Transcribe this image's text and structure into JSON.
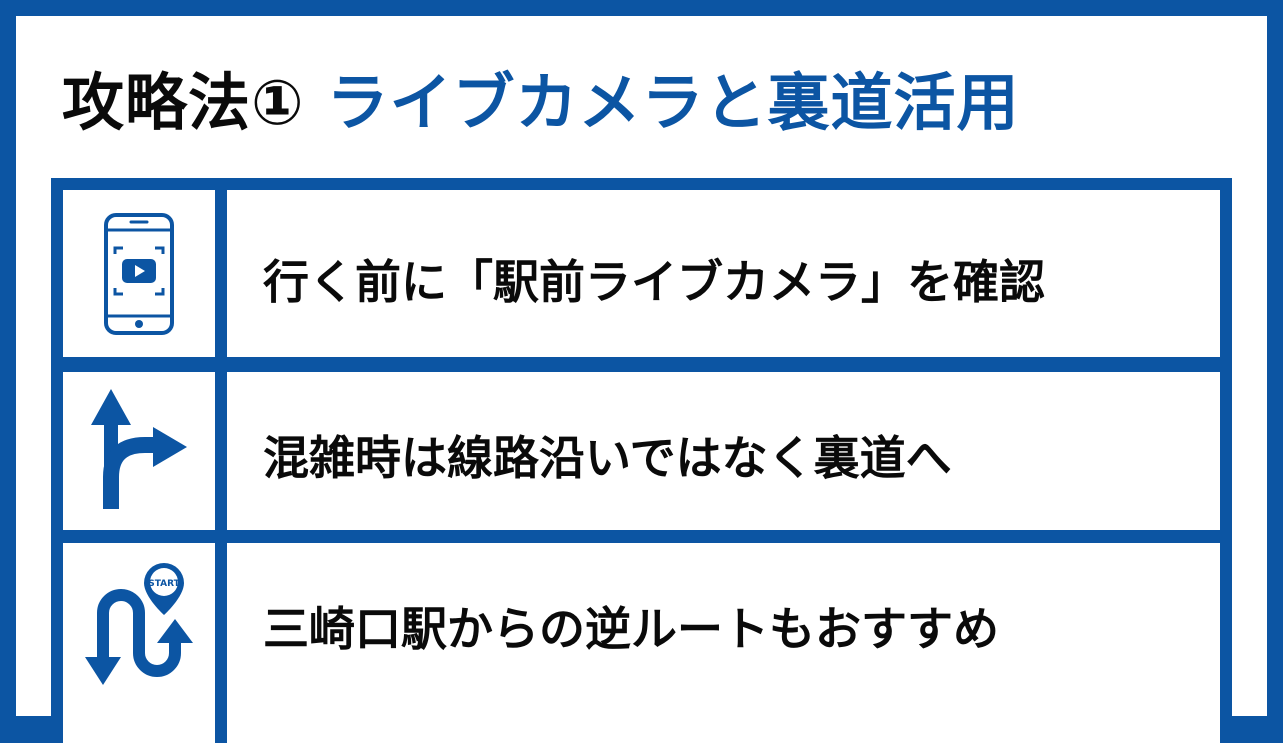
{
  "title": {
    "lead": "攻略法①",
    "accent": "ライブカメラと裏道活用"
  },
  "colors": {
    "brand_blue": "#0c55a3",
    "text_black": "#0a0a0a",
    "background": "#ffffff"
  },
  "rows": [
    {
      "icon": "smartphone-live-camera-icon",
      "text": "行く前に「駅前ライブカメラ」を確認"
    },
    {
      "icon": "route-branch-arrows-icon",
      "text": "混雑時は線路沿いではなく裏道へ"
    },
    {
      "icon": "reverse-route-start-pin-icon",
      "icon_label": "START",
      "text": "三崎口駅からの逆ルートもおすすめ"
    }
  ]
}
